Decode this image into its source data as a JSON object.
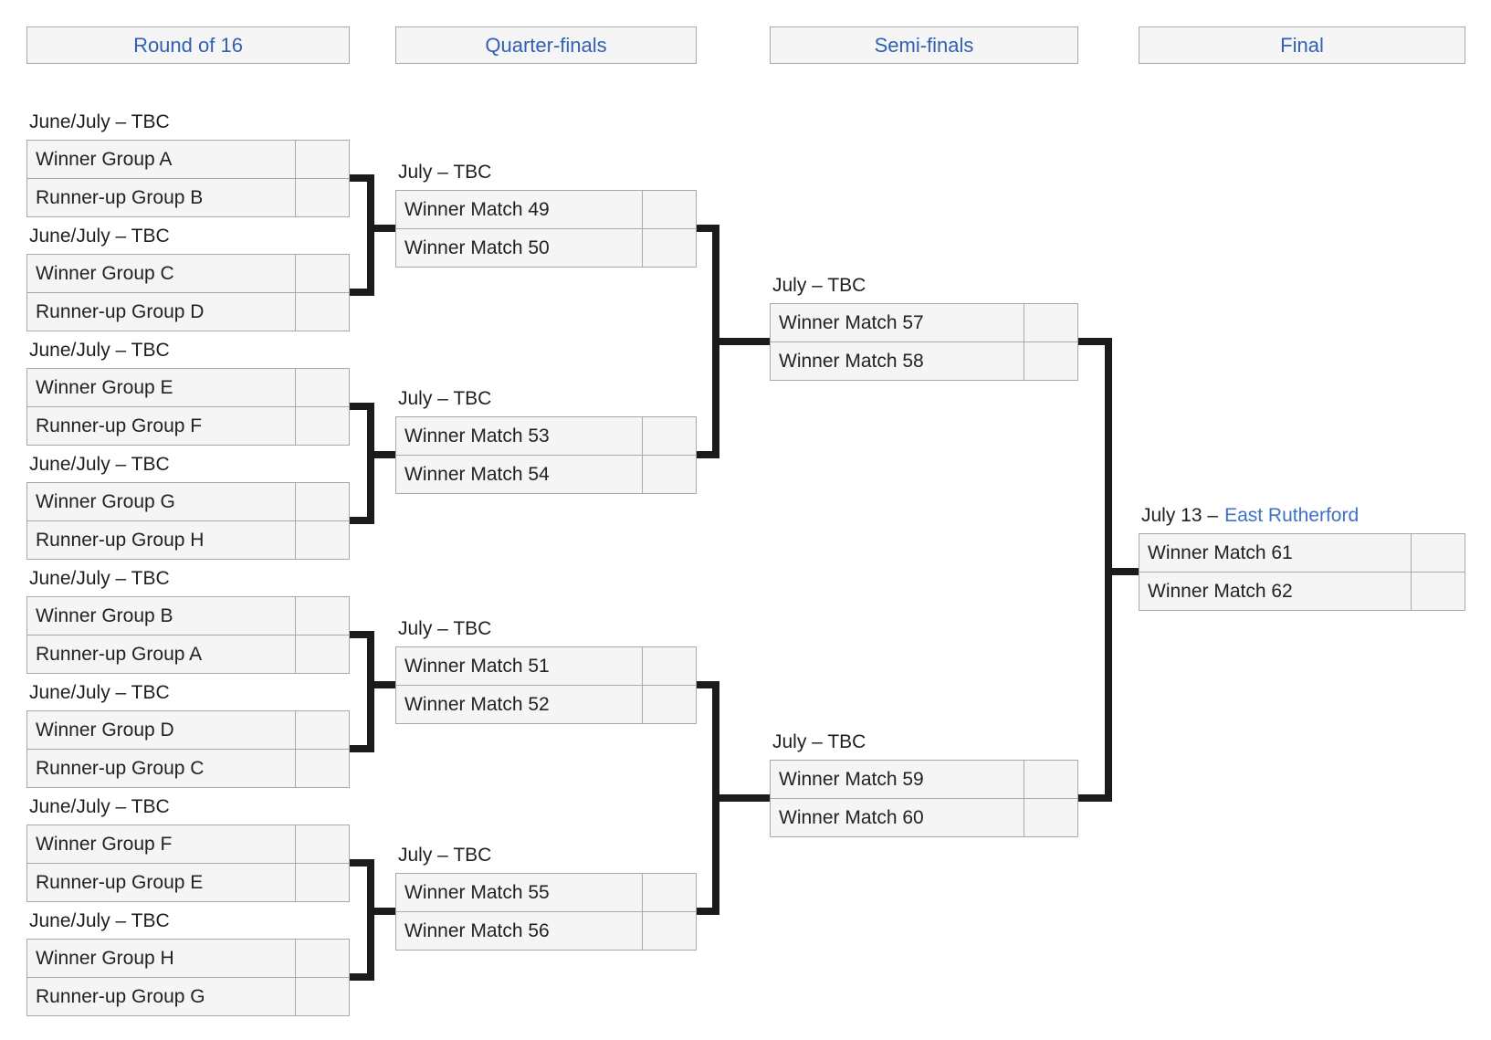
{
  "title": "Knockout stage bracket",
  "colors": {
    "header_text": "#3161b4",
    "box_fill": "#f5f5f5",
    "box_border": "#a9a9a9",
    "row_text": "#222222",
    "label_text": "#1f1f1f",
    "venue_link": "#4070c8",
    "connector": "#1b1b1b"
  },
  "headers": [
    {
      "id": "round-of-16",
      "label": "Round of 16"
    },
    {
      "id": "quarter-finals",
      "label": "Quarter-finals"
    },
    {
      "id": "semi-finals",
      "label": "Semi-finals"
    },
    {
      "id": "final",
      "label": "Final"
    }
  ],
  "rounds": [
    {
      "name": "Round of 16",
      "matches": [
        {
          "date": "June/July – TBC",
          "home": "Winner Group A",
          "away": "Runner-up Group B",
          "home_score": "",
          "away_score": ""
        },
        {
          "date": "June/July – TBC",
          "home": "Winner Group C",
          "away": "Runner-up Group D",
          "home_score": "",
          "away_score": ""
        },
        {
          "date": "June/July – TBC",
          "home": "Winner Group E",
          "away": "Runner-up Group F",
          "home_score": "",
          "away_score": ""
        },
        {
          "date": "June/July – TBC",
          "home": "Winner Group G",
          "away": "Runner-up Group H",
          "home_score": "",
          "away_score": ""
        },
        {
          "date": "June/July – TBC",
          "home": "Winner Group B",
          "away": "Runner-up Group A",
          "home_score": "",
          "away_score": ""
        },
        {
          "date": "June/July – TBC",
          "home": "Winner Group D",
          "away": "Runner-up Group C",
          "home_score": "",
          "away_score": ""
        },
        {
          "date": "June/July – TBC",
          "home": "Winner Group F",
          "away": "Runner-up Group E",
          "home_score": "",
          "away_score": ""
        },
        {
          "date": "June/July – TBC",
          "home": "Winner Group H",
          "away": "Runner-up Group G",
          "home_score": "",
          "away_score": ""
        }
      ]
    },
    {
      "name": "Quarter-finals",
      "matches": [
        {
          "date": "July – TBC",
          "home": "Winner Match 49",
          "away": "Winner Match 50",
          "home_score": "",
          "away_score": ""
        },
        {
          "date": "July – TBC",
          "home": "Winner Match 53",
          "away": "Winner Match 54",
          "home_score": "",
          "away_score": ""
        },
        {
          "date": "July – TBC",
          "home": "Winner Match 51",
          "away": "Winner Match 52",
          "home_score": "",
          "away_score": ""
        },
        {
          "date": "July – TBC",
          "home": "Winner Match 55",
          "away": "Winner Match 56",
          "home_score": "",
          "away_score": ""
        }
      ]
    },
    {
      "name": "Semi-finals",
      "matches": [
        {
          "date": "July – TBC",
          "home": "Winner Match 57",
          "away": "Winner Match 58",
          "home_score": "",
          "away_score": ""
        },
        {
          "date": "July – TBC",
          "home": "Winner Match 59",
          "away": "Winner Match 60",
          "home_score": "",
          "away_score": ""
        }
      ]
    },
    {
      "name": "Final",
      "matches": [
        {
          "date": "July 13 –",
          "venue": "East Rutherford",
          "home": "Winner Match 61",
          "away": "Winner Match 62",
          "home_score": "",
          "away_score": ""
        }
      ]
    }
  ]
}
